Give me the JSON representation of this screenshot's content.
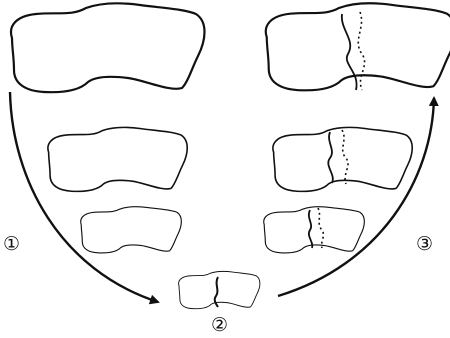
{
  "steps": [
    {
      "marker": "①"
    },
    {
      "marker": "②"
    },
    {
      "marker": "③"
    }
  ],
  "colors": {
    "stroke": "#111111",
    "background": "#ffffff"
  },
  "icons": {
    "descending_arrow": "curved-arrow-down-right",
    "ascending_arrow": "curved-arrow-up-right"
  }
}
